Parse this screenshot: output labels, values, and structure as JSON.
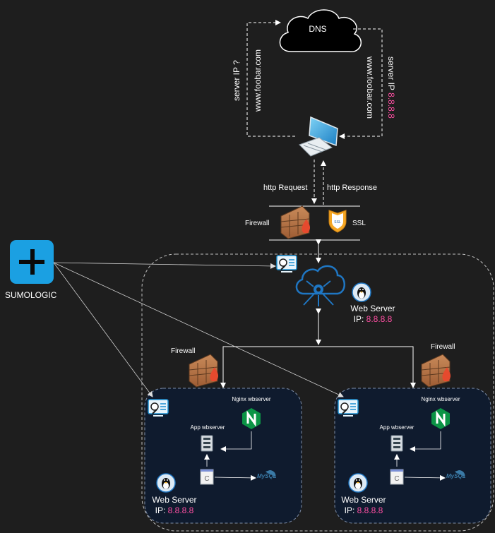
{
  "dns": {
    "label": "DNS"
  },
  "queries": {
    "left_question": "server IP ?",
    "left_domain": "www.foobar.com",
    "right_domain": "www.foobar.com",
    "right_answer_prefix": "server IP ",
    "right_answer_ip": "8.8.8.8"
  },
  "http": {
    "request": "http Request",
    "response": "http Response"
  },
  "edge": {
    "firewall": "Firewall",
    "ssl": "SSL",
    "ssl_badge": "SSL"
  },
  "sumologic": {
    "label": "SUMOLOGIC"
  },
  "load_balancer": {
    "title": "Web Server",
    "ip_prefix": "IP: ",
    "ip": "8.8.8.8"
  },
  "servers": [
    {
      "firewall": "Firewall",
      "nginx": "Nginx wbserver",
      "app": "App wbserver",
      "db_badge": "MySQL",
      "code_badge": "C",
      "title": "Web Server",
      "ip_prefix": "IP: ",
      "ip": "8.8.8.8"
    },
    {
      "firewall": "Firewall",
      "nginx": "Nginx wbserver",
      "app": "App wbserver",
      "db_badge": "MySQL",
      "code_badge": "C",
      "title": "Web Server",
      "ip_prefix": "IP: ",
      "ip": "8.8.8.8"
    }
  ],
  "colors": {
    "background": "#1e1e1e",
    "ip_highlight": "#ff4fa3",
    "server_box": "#0f1b2e",
    "sumologic": "#1ba0e2",
    "cloud_icon": "#1f76c2",
    "nginx": "#0b9445"
  }
}
